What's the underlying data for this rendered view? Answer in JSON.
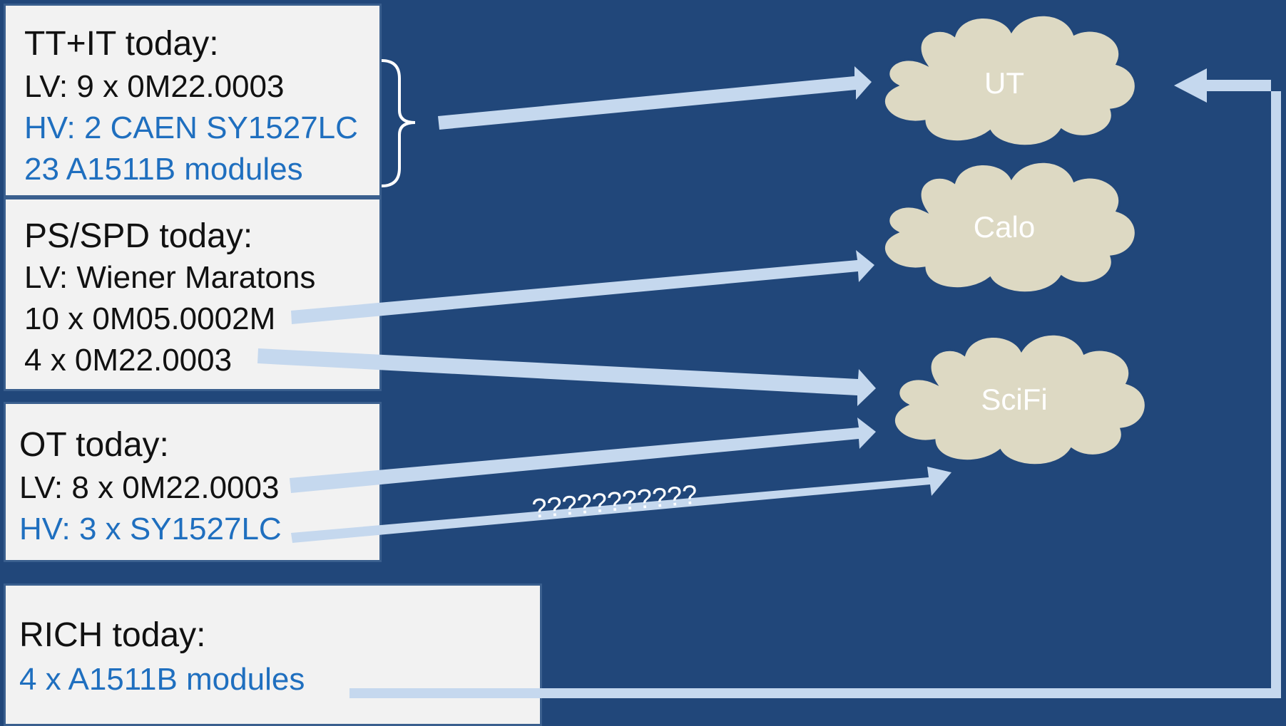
{
  "colors": {
    "background": "#21477a",
    "box_fill": "#f2f2f2",
    "text_dark": "#111111",
    "text_blue": "#1f6fbf",
    "arrow": "#c5d8ee",
    "cloud_fill": "#ddd9c3",
    "cloud_stroke": "#21477a",
    "label_white": "#ffffff"
  },
  "boxes": {
    "ttit": {
      "title": "TT+IT today:",
      "lv": "LV: 9 x 0M22.0003",
      "hv": "HV: 2 CAEN SY1527LC",
      "modules": "23 A1511B modules"
    },
    "pspd": {
      "title": "PS/SPD today:",
      "lv": "LV: Wiener Maratons",
      "line2": "10 x 0M05.0002M",
      "line3": "4 x 0M22.0003"
    },
    "ot": {
      "title": "OT today:",
      "lv": "LV: 8 x 0M22.0003",
      "hv": "HV: 3 x SY1527LC"
    },
    "rich": {
      "title": "RICH today:",
      "modules": "4 x A1511B modules"
    }
  },
  "clouds": {
    "ut": "UT",
    "calo": "Calo",
    "scifi": "SciFi"
  },
  "unknown_arrow_label": "???????????",
  "icons": [
    "curly-brace-icon",
    "cloud-shape",
    "arrow-icon"
  ]
}
